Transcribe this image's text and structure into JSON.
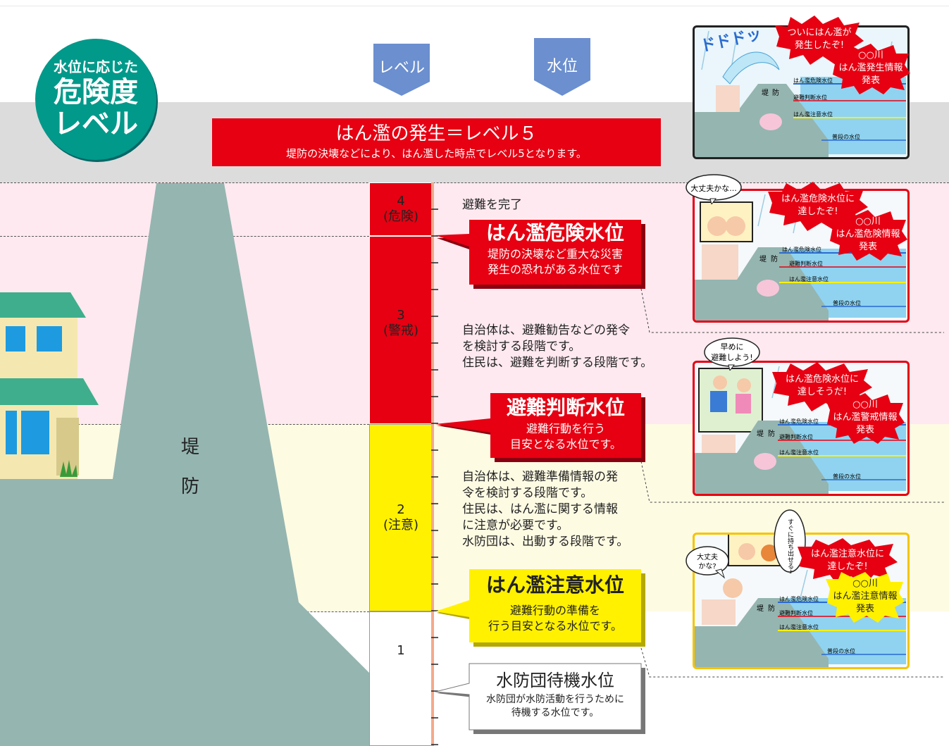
{
  "badge": {
    "line1": "水位に応じた",
    "line2": "危険度",
    "line3": "レベル"
  },
  "headers": {
    "level": "レベル",
    "water": "水位"
  },
  "level5": {
    "title": "はん濫の発生＝レベル５",
    "sub": "堤防の決壊などにより、はん濫した時点でレベル5となります。"
  },
  "levee_label": {
    "c1": "堤",
    "c2": "防"
  },
  "levels": [
    {
      "num": "4",
      "name": "(危険)"
    },
    {
      "num": "3",
      "name": "(警戒)"
    },
    {
      "num": "2",
      "name": "(注意)"
    },
    {
      "num": "1",
      "name": ""
    }
  ],
  "callouts": {
    "danger": {
      "title": "はん濫危険水位",
      "l1": "堤防の決壊など重大な災害",
      "l2": "発生の恐れがある水位です"
    },
    "evac": {
      "title": "避難判断水位",
      "l1": "避難行動を行う",
      "l2": "目安となる水位です。"
    },
    "caution": {
      "title": "はん濫注意水位",
      "l1": "避難行動の準備を",
      "l2": "行う目安となる水位です。"
    },
    "standby": {
      "title": "水防団待機水位",
      "l1": "水防団が水防活動を行うために",
      "l2": "待機する水位です。"
    }
  },
  "descs": {
    "l4": "避難を完了",
    "l3": [
      "自治体は、避難勧告などの発令",
      "を検討する段階です。",
      "住民は、避難を判断する段階です。"
    ],
    "l2": [
      "自治体は、避難準備情報の発",
      "令を検討する段階です。",
      "住民は、はん濫に関する情報",
      "に注意が必要です。",
      "水防団は、出動する段階です。"
    ]
  },
  "panels": {
    "p1": {
      "burst1a": "ついにはん濫が",
      "burst1b": "発生したぞ!",
      "burst2a": "○○川",
      "burst2b": "はん濫発生情報",
      "burst2c": "発表",
      "sfx": "ドドドッ"
    },
    "p2": {
      "speech": "大丈夫かな...",
      "burst1a": "はん濫危険水位に",
      "burst1b": "達したぞ!",
      "burst2a": "○○川",
      "burst2b": "はん濫危険情報",
      "burst2c": "発表"
    },
    "p3": {
      "speech1": "早めに",
      "speech2": "避難しよう!",
      "burst1a": "はん濫危険水位に",
      "burst1b": "達しそうだ!",
      "burst2a": "○○川",
      "burst2b": "はん濫警戒情報",
      "burst2c": "発表"
    },
    "p4": {
      "speech1": "大丈夫",
      "speech2": "かな?",
      "vert": "すぐに持ち出せるよう準備しておこう",
      "burst1a": "はん濫注意水位に",
      "burst1b": "達したぞ!",
      "burst2a": "○○川",
      "burst2b": "はん濫注意情報",
      "burst2c": "発表"
    },
    "levee": {
      "c1": "堤",
      "c2": "防"
    },
    "lines": {
      "danger": "はん濫危険水位",
      "evac": "避難判断水位",
      "caution": "はん濫注意水位",
      "normal": "普段の水位"
    }
  },
  "colors": {
    "red": "#e60012",
    "yellow": "#fff100",
    "teal": "#00998a",
    "levee": "#95b5b0",
    "pink": "#fde9ef",
    "cream": "#fefbe3",
    "gray": "#dcdcdc"
  }
}
